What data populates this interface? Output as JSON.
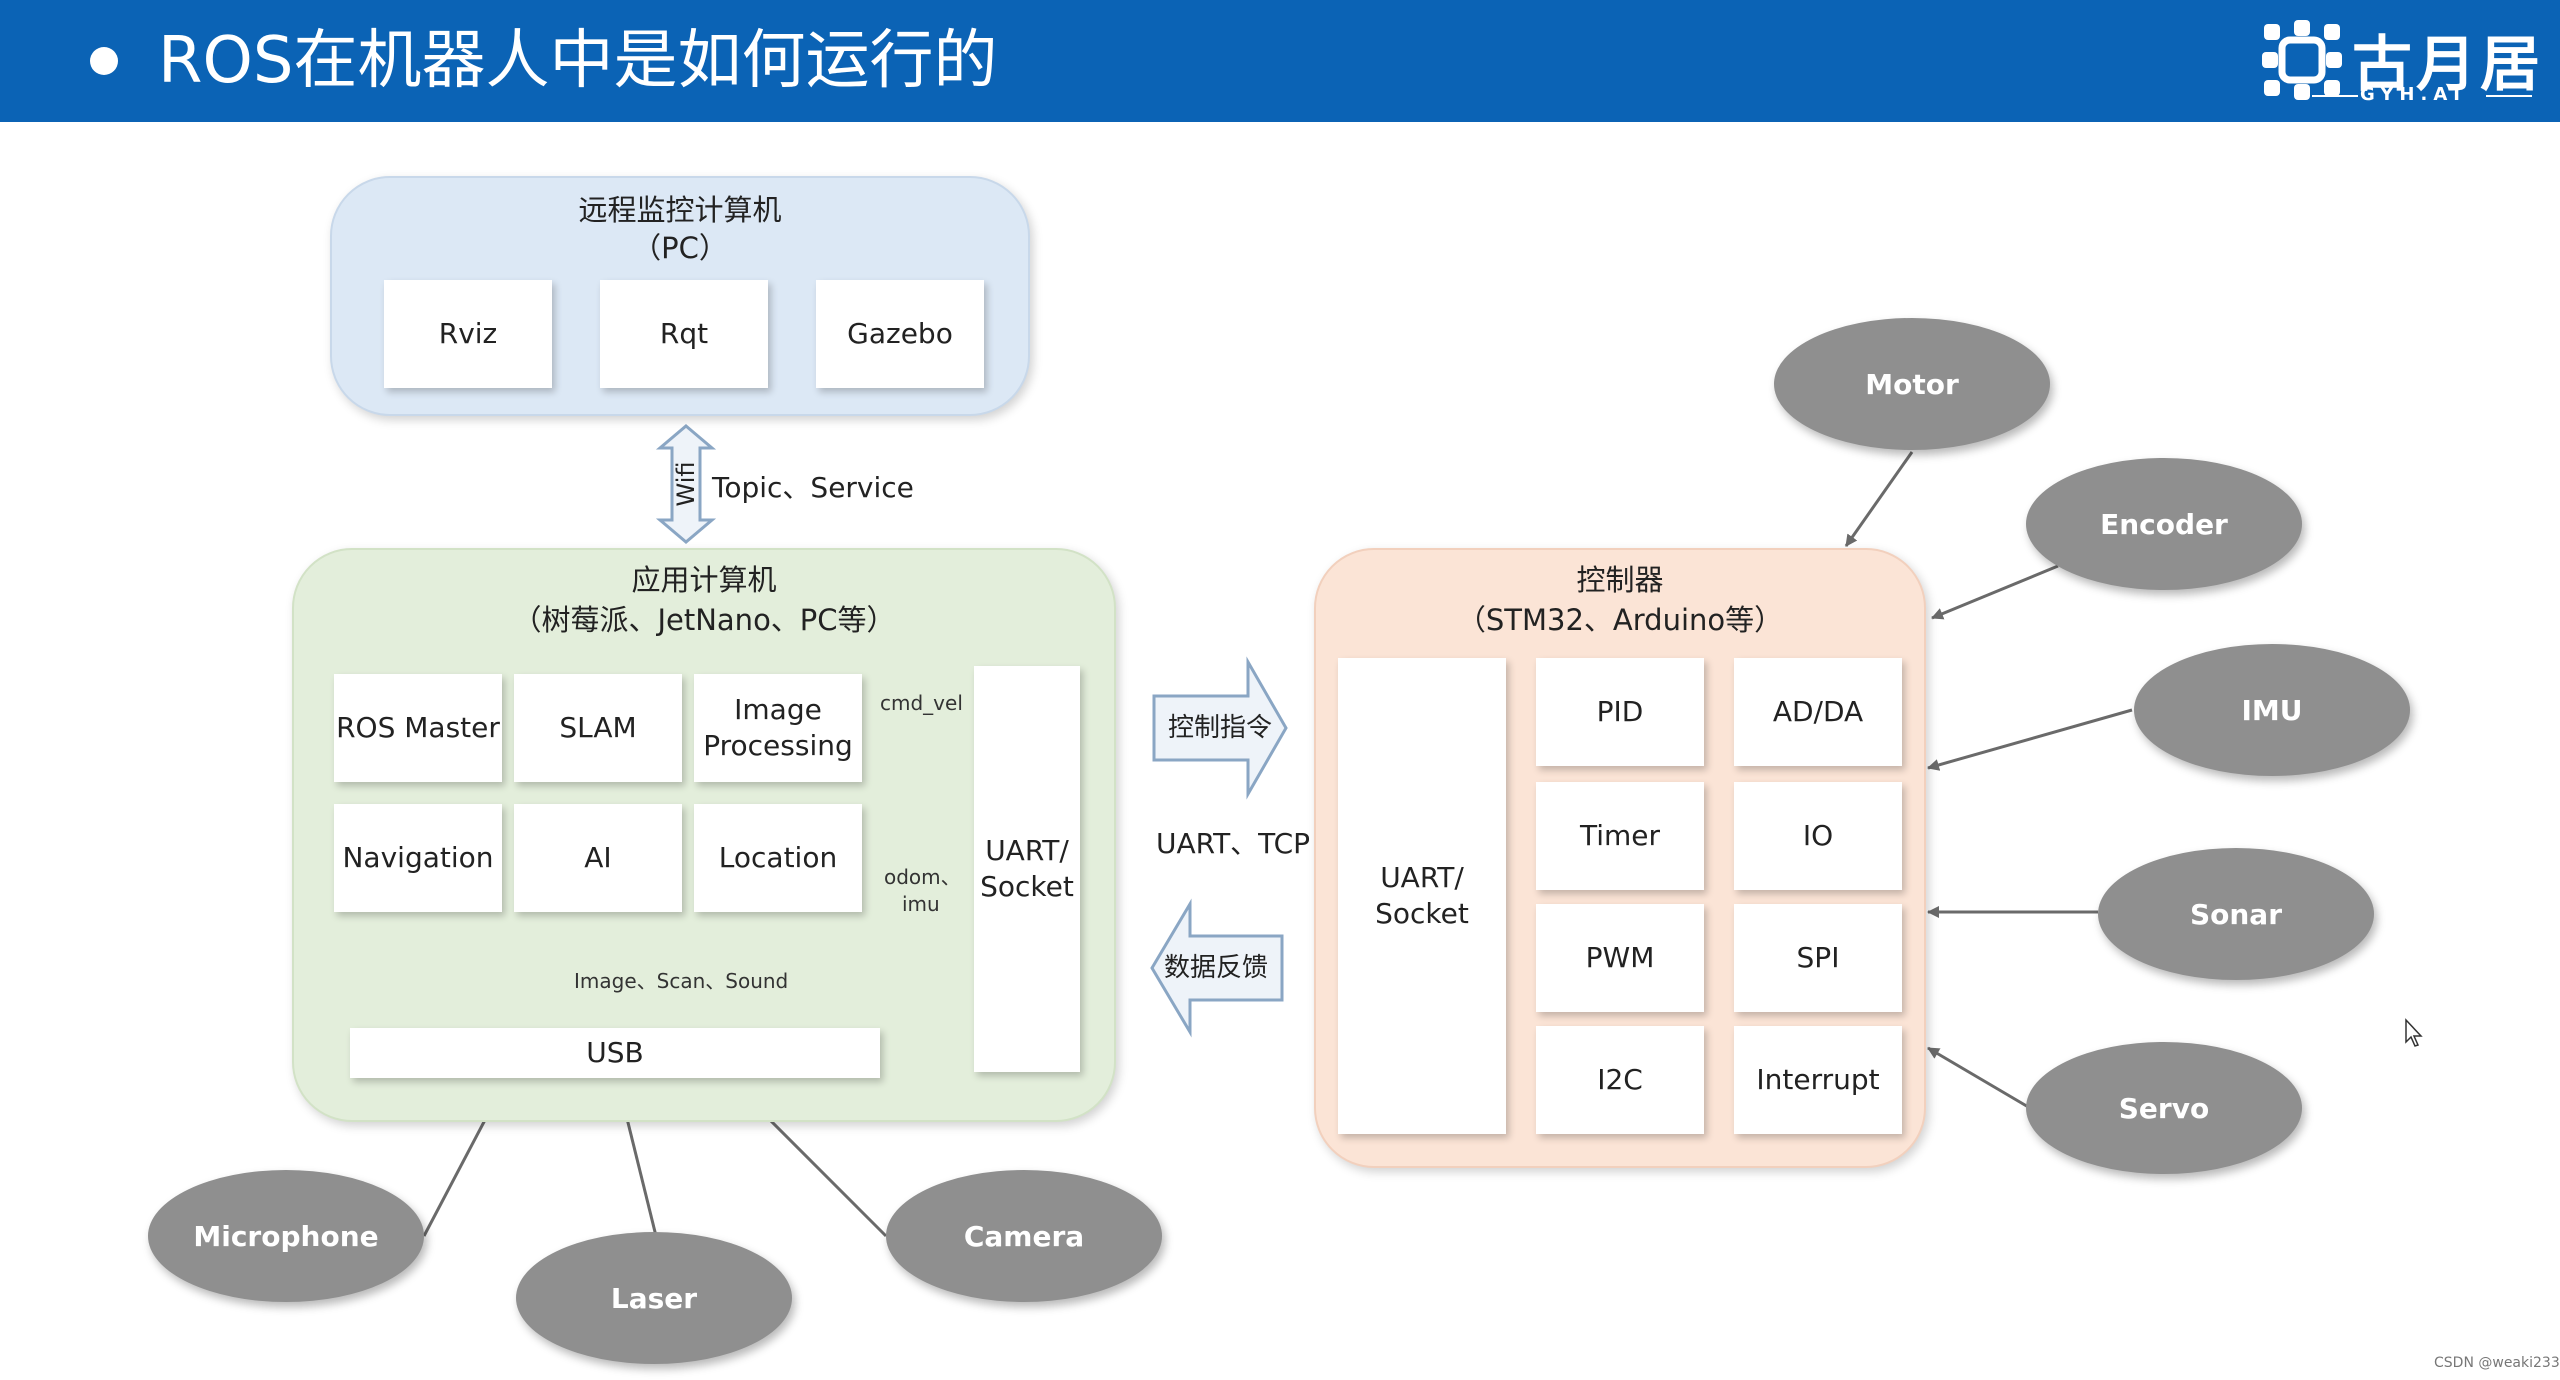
{
  "header": {
    "title": "ROS在机器人中是如何运行的",
    "logo_text": "古月居",
    "logo_sub": "GYH.AI",
    "bar_color": "#0b63b5"
  },
  "pc": {
    "title_line1": "远程监控计算机",
    "title_line2": "（PC）",
    "items": [
      "Rviz",
      "Rqt",
      "Gazebo"
    ]
  },
  "wifi": {
    "arrow_text": "Wifi",
    "label": "Topic、Service"
  },
  "app": {
    "title_line1": "应用计算机",
    "title_line2": "（树莓派、JetNano、PC等）",
    "modules": [
      "ROS Master",
      "SLAM",
      "Image Processing",
      "Navigation",
      "AI",
      "Location"
    ],
    "cmd_vel_label": "cmd_vel",
    "odom_label_line1": "odom、",
    "odom_label_line2": "imu",
    "sensor_label": "Image、Scan、Sound",
    "usb_label": "USB",
    "uart_label_line1": "UART/",
    "uart_label_line2": "Socket"
  },
  "link": {
    "control_cmd": "控制指令",
    "feedback": "数据反馈",
    "protocol": "UART、TCP"
  },
  "controller": {
    "title_line1": "控制器",
    "title_line2": "（STM32、Arduino等）",
    "uart_label_line1": "UART/",
    "uart_label_line2": "Socket",
    "modules": [
      "PID",
      "AD/DA",
      "Timer",
      "IO",
      "PWM",
      "SPI",
      "I2C",
      "Interrupt"
    ]
  },
  "peripherals_right": [
    "Motor",
    "Encoder",
    "IMU",
    "Sonar",
    "Servo"
  ],
  "peripherals_bottom": [
    "Microphone",
    "Laser",
    "Camera"
  ],
  "colors": {
    "pc_region": "#dce8f5",
    "app_region": "#e3eedb",
    "controller_region": "#fbe4d6",
    "ellipse": "#8f8f8f"
  },
  "watermark": "CSDN @weaki233"
}
